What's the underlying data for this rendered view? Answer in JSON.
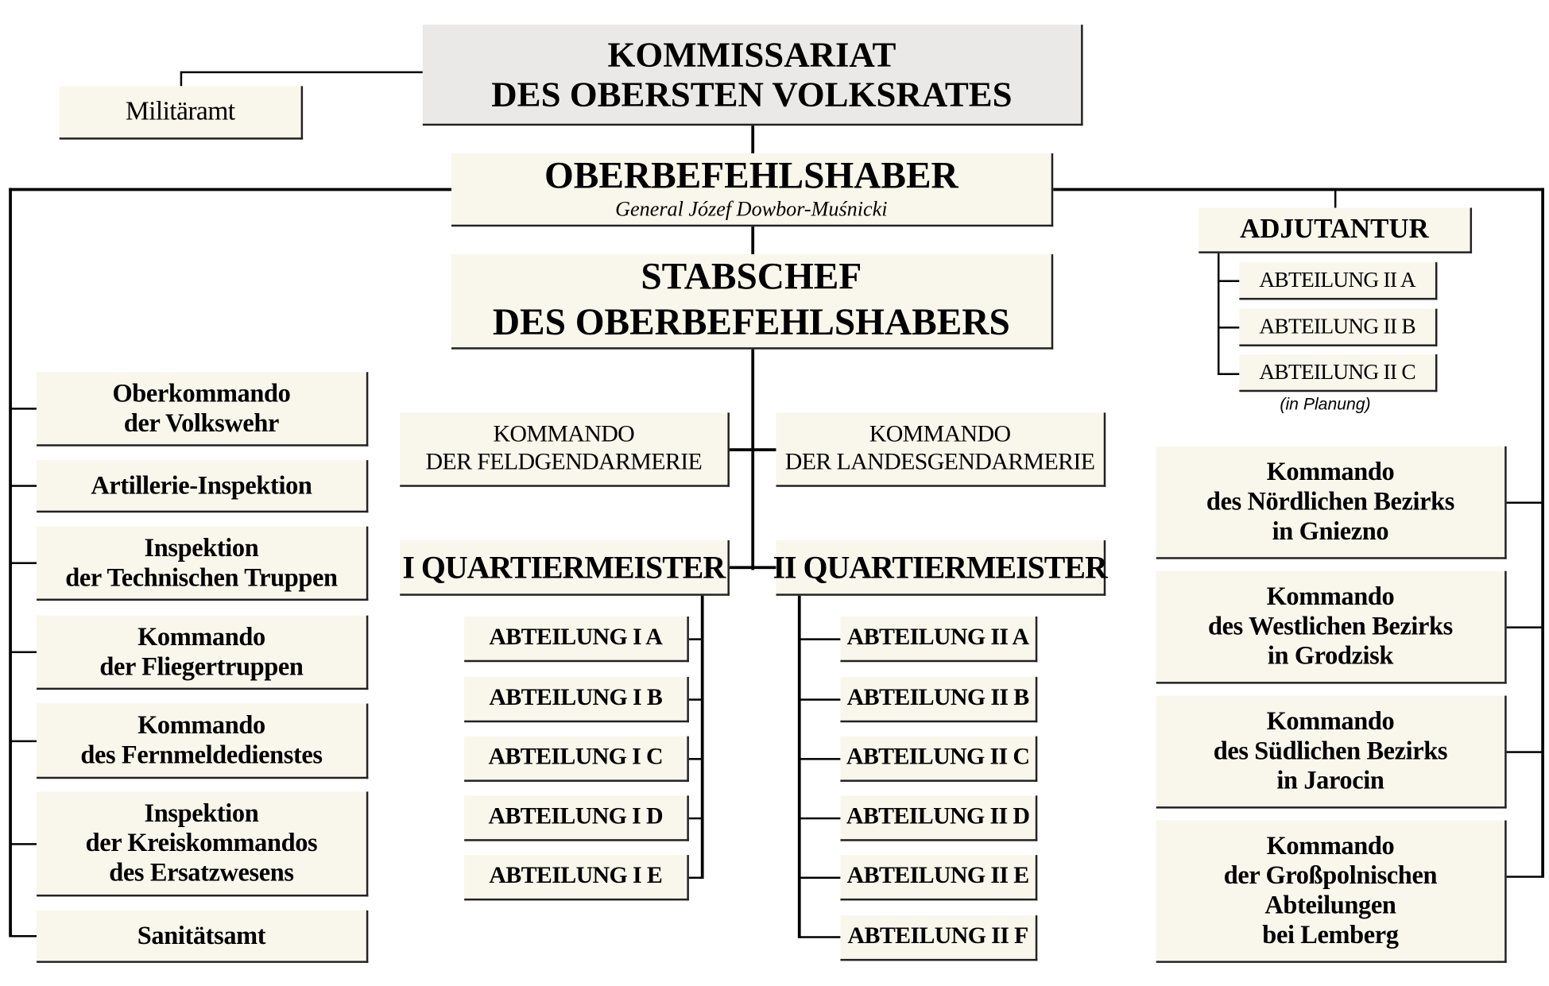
{
  "top": {
    "lines": [
      "KOMMISSARIAT",
      "DES OBERSTEN VOLKSRATES"
    ]
  },
  "militaeramt": "Militäramt",
  "oberbefehlshaber": {
    "title": "OBERBEFEHLSHABER",
    "subtitle": "General Józef Dowbor-Muśnicki"
  },
  "stabschef": {
    "lines": [
      "STABSCHEF",
      "DES OBERBEFEHLSHABERS"
    ]
  },
  "adjutantur": {
    "title": "ADJUTANTUR",
    "items": [
      "ABTEILUNG II A",
      "ABTEILUNG II B",
      "ABTEILUNG II C"
    ],
    "note": "(in Planung)"
  },
  "gendarmerie": [
    {
      "lines": [
        "KOMMANDO",
        "DER FELDGENDARMERIE"
      ]
    },
    {
      "lines": [
        "KOMMANDO",
        "DER LANDESGENDARMERIE"
      ]
    }
  ],
  "quartiermeister": [
    {
      "title": "I QUARTIERMEISTER",
      "items": [
        "ABTEILUNG I A",
        "ABTEILUNG I B",
        "ABTEILUNG I C",
        "ABTEILUNG I D",
        "ABTEILUNG I E"
      ]
    },
    {
      "title": "II QUARTIERMEISTER",
      "items": [
        "ABTEILUNG II A",
        "ABTEILUNG II B",
        "ABTEILUNG II C",
        "ABTEILUNG II D",
        "ABTEILUNG II E",
        "ABTEILUNG II F"
      ]
    }
  ],
  "left": [
    {
      "lines": [
        "Oberkommando",
        "der Volkswehr"
      ]
    },
    {
      "lines": [
        "Artillerie-Inspektion"
      ]
    },
    {
      "lines": [
        "Inspektion",
        "der Technischen Truppen"
      ]
    },
    {
      "lines": [
        "Kommando",
        "der Fliegertruppen"
      ]
    },
    {
      "lines": [
        "Kommando",
        "des Fernmeldedienstes"
      ]
    },
    {
      "lines": [
        "Inspektion",
        "der Kreiskommandos",
        "des Ersatzwesens"
      ]
    },
    {
      "lines": [
        "Sanitätsamt"
      ]
    }
  ],
  "right": [
    {
      "lines": [
        "Kommando",
        "des Nördlichen Bezirks",
        "in Gniezno"
      ]
    },
    {
      "lines": [
        "Kommando",
        "des Westlichen Bezirks",
        "in Grodzisk"
      ]
    },
    {
      "lines": [
        "Kommando",
        "des Südlichen Bezirks",
        "in Jarocin"
      ]
    },
    {
      "lines": [
        "Kommando",
        "der Großpolnischen",
        "Abteilungen",
        "bei Lemberg"
      ]
    }
  ]
}
